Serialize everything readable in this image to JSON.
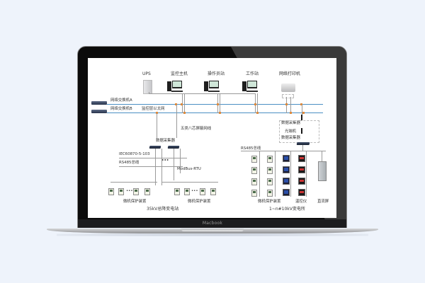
{
  "device": {
    "brand_label": "Macbook"
  },
  "diagram": {
    "top_devices": [
      {
        "label": "UPS",
        "type": "ups-icon"
      },
      {
        "label": "监控主机",
        "type": "computer-icon"
      },
      {
        "label": "操作员站",
        "type": "computer-icon"
      },
      {
        "label": "工作站",
        "type": "computer-icon"
      },
      {
        "label": "网络打印机",
        "type": "printer-icon"
      }
    ],
    "switches": [
      {
        "label": "网络交换机A"
      },
      {
        "label": "网络交换机B"
      }
    ],
    "network_label": "监控层以太网",
    "cable_label": "五类八芯屏蔽网线",
    "left_station": {
      "collector_label": "数据采集器",
      "protocol_1": "IEC60870-5-103",
      "bus_label": "RS485总线",
      "ellipsis": "•••",
      "protocol_2": "ModBus-RTU",
      "group_left_label": "微机保护装置",
      "group_right_label": "微机保护装置",
      "title": "35kV总降变电站"
    },
    "right_station": {
      "collector_label_top": "数据采集器",
      "converter_label": "光端机",
      "collector_label_bottom": "数据采集器",
      "bus_label": "RS485总线",
      "relay_label": "微机保护装置",
      "meter_label": "温控仪",
      "dc_label": "直流屏",
      "title": "1~n#10kV变电所"
    }
  },
  "colors": {
    "background": "#eef3fb",
    "network_line": "#4b8fc4",
    "junction": "#e08a3c",
    "bezel": "#0b0b0b"
  }
}
